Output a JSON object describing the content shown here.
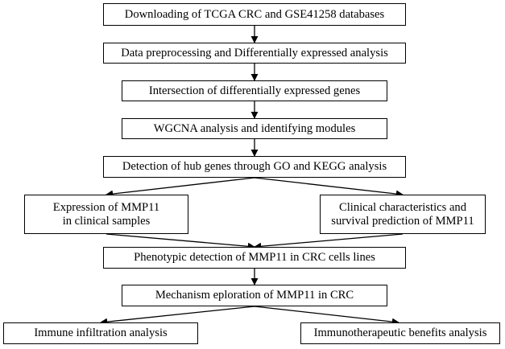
{
  "diagram": {
    "steps": {
      "download": "Downloading of TCGA CRC and GSE41258 databases",
      "preprocess": "Data preprocessing and Differentially expressed analysis",
      "intersection": "Intersection of differentially expressed genes",
      "wgcna": "WGCNA analysis and identifying modules",
      "hub_genes": "Detection of hub genes through GO and KEGG analysis",
      "expression": [
        "Expression of MMP11",
        "in clinical samples"
      ],
      "clinical": [
        "Clinical characteristics and",
        "survival prediction of MMP11"
      ],
      "phenotypic": "Phenotypic detection of MMP11 in CRC cells lines",
      "mechanism": "Mechanism eploration of MMP11 in CRC",
      "immune": "Immune infiltration analysis",
      "immunotherapeutic": "Immunotherapeutic benefits analysis"
    },
    "colors": {
      "line": "#000000",
      "background": "#ffffff"
    }
  }
}
